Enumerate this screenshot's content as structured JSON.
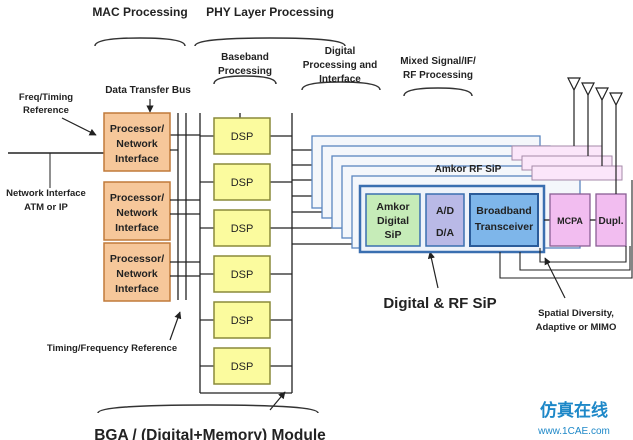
{
  "headers": {
    "mac": "MAC Processing",
    "phy": "PHY Layer Processing",
    "baseband": [
      "Baseband",
      "Processing"
    ],
    "digital": [
      "Digital",
      "Processing and",
      "Interface"
    ],
    "mixed": [
      "Mixed Signal/IF/",
      "RF Processing"
    ]
  },
  "labels": {
    "data_bus": "Data Transfer Bus",
    "freq_timing": [
      "Freq/Timing",
      "Reference"
    ],
    "network_if": [
      "Network Interface",
      "ATM or IP"
    ],
    "timing_freq": "Timing/Frequency Reference",
    "sip": "Digital & RF SiP",
    "spatial": [
      "Spatial Diversity,",
      "Adaptive or MIMO"
    ],
    "module": "BGA / (Digital+Memory) Module",
    "ghost_card": "Amkor RF SiP"
  },
  "processors": [
    [
      "Processor/",
      "Network",
      "Interface"
    ],
    [
      "Processor/",
      "Network",
      "Interface"
    ],
    [
      "Processor/",
      "Network",
      "Interface"
    ]
  ],
  "dsp_label": "DSP",
  "dsp_count": 6,
  "front_card": {
    "amkor": [
      "Amkor",
      "Digital",
      "SiP"
    ],
    "adda": [
      "A/D",
      "D/A"
    ],
    "transceiver": [
      "Broadband",
      "Transceiver"
    ],
    "mcpa": "MCPA",
    "dupl": "Dupl."
  },
  "watermark": {
    "cn": "仿真在线",
    "site": "www.1CAE.com"
  },
  "colors": {
    "processor_fill": "#f6c79a",
    "processor_stroke": "#c07a3a",
    "dsp_fill": "#fbfb9e",
    "dsp_stroke": "#8a8a3a",
    "card_stroke": "#3a6fb0",
    "sip_text": "#1f4f9a",
    "amkor_fill": "#c6ecb8",
    "adda_fill": "#b9b9e6",
    "transceiver_fill": "#7eb6ea",
    "mcpa_fill": "#f2bdf0"
  }
}
